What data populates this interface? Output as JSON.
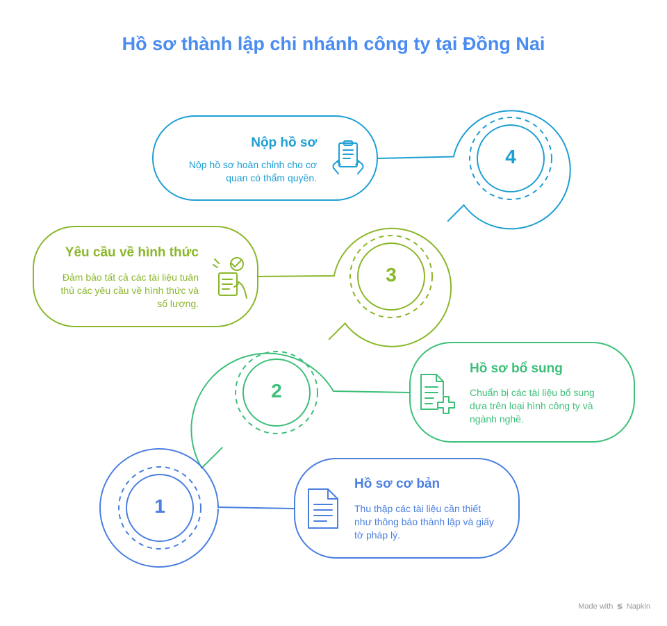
{
  "title": "Hồ sơ thành lập chi nhánh công ty tại Đồng Nai",
  "steps": [
    {
      "number": "1",
      "title": "Hồ sơ cơ bản",
      "description": "Thu thập các tài liệu cần thiết như thông báo thành lập và giấy tờ pháp lý.",
      "color": "#4a7fe0",
      "icon": "document-icon"
    },
    {
      "number": "2",
      "title": "Hồ sơ bổ sung",
      "description": "Chuẩn bị các tài liệu bổ sung dựa trên loại hình công ty và ngành nghề.",
      "color": "#3cbf79",
      "icon": "document-add-icon"
    },
    {
      "number": "3",
      "title": "Yêu cầu về hình thức",
      "description": "Đảm bảo tất cả các tài liệu tuân thủ các yêu cầu về hình thức và số lượng.",
      "color": "#8ab72a",
      "icon": "checklist-hand-icon"
    },
    {
      "number": "4",
      "title": "Nộp hồ sơ",
      "description": "Nộp hồ sơ hoàn chỉnh cho cơ quan có thẩm quyền.",
      "color": "#1e9fd4",
      "icon": "clipboard-hands-icon"
    }
  ],
  "footer": {
    "made_with": "Made with",
    "glyph": "≶",
    "brand": "Napkin"
  }
}
